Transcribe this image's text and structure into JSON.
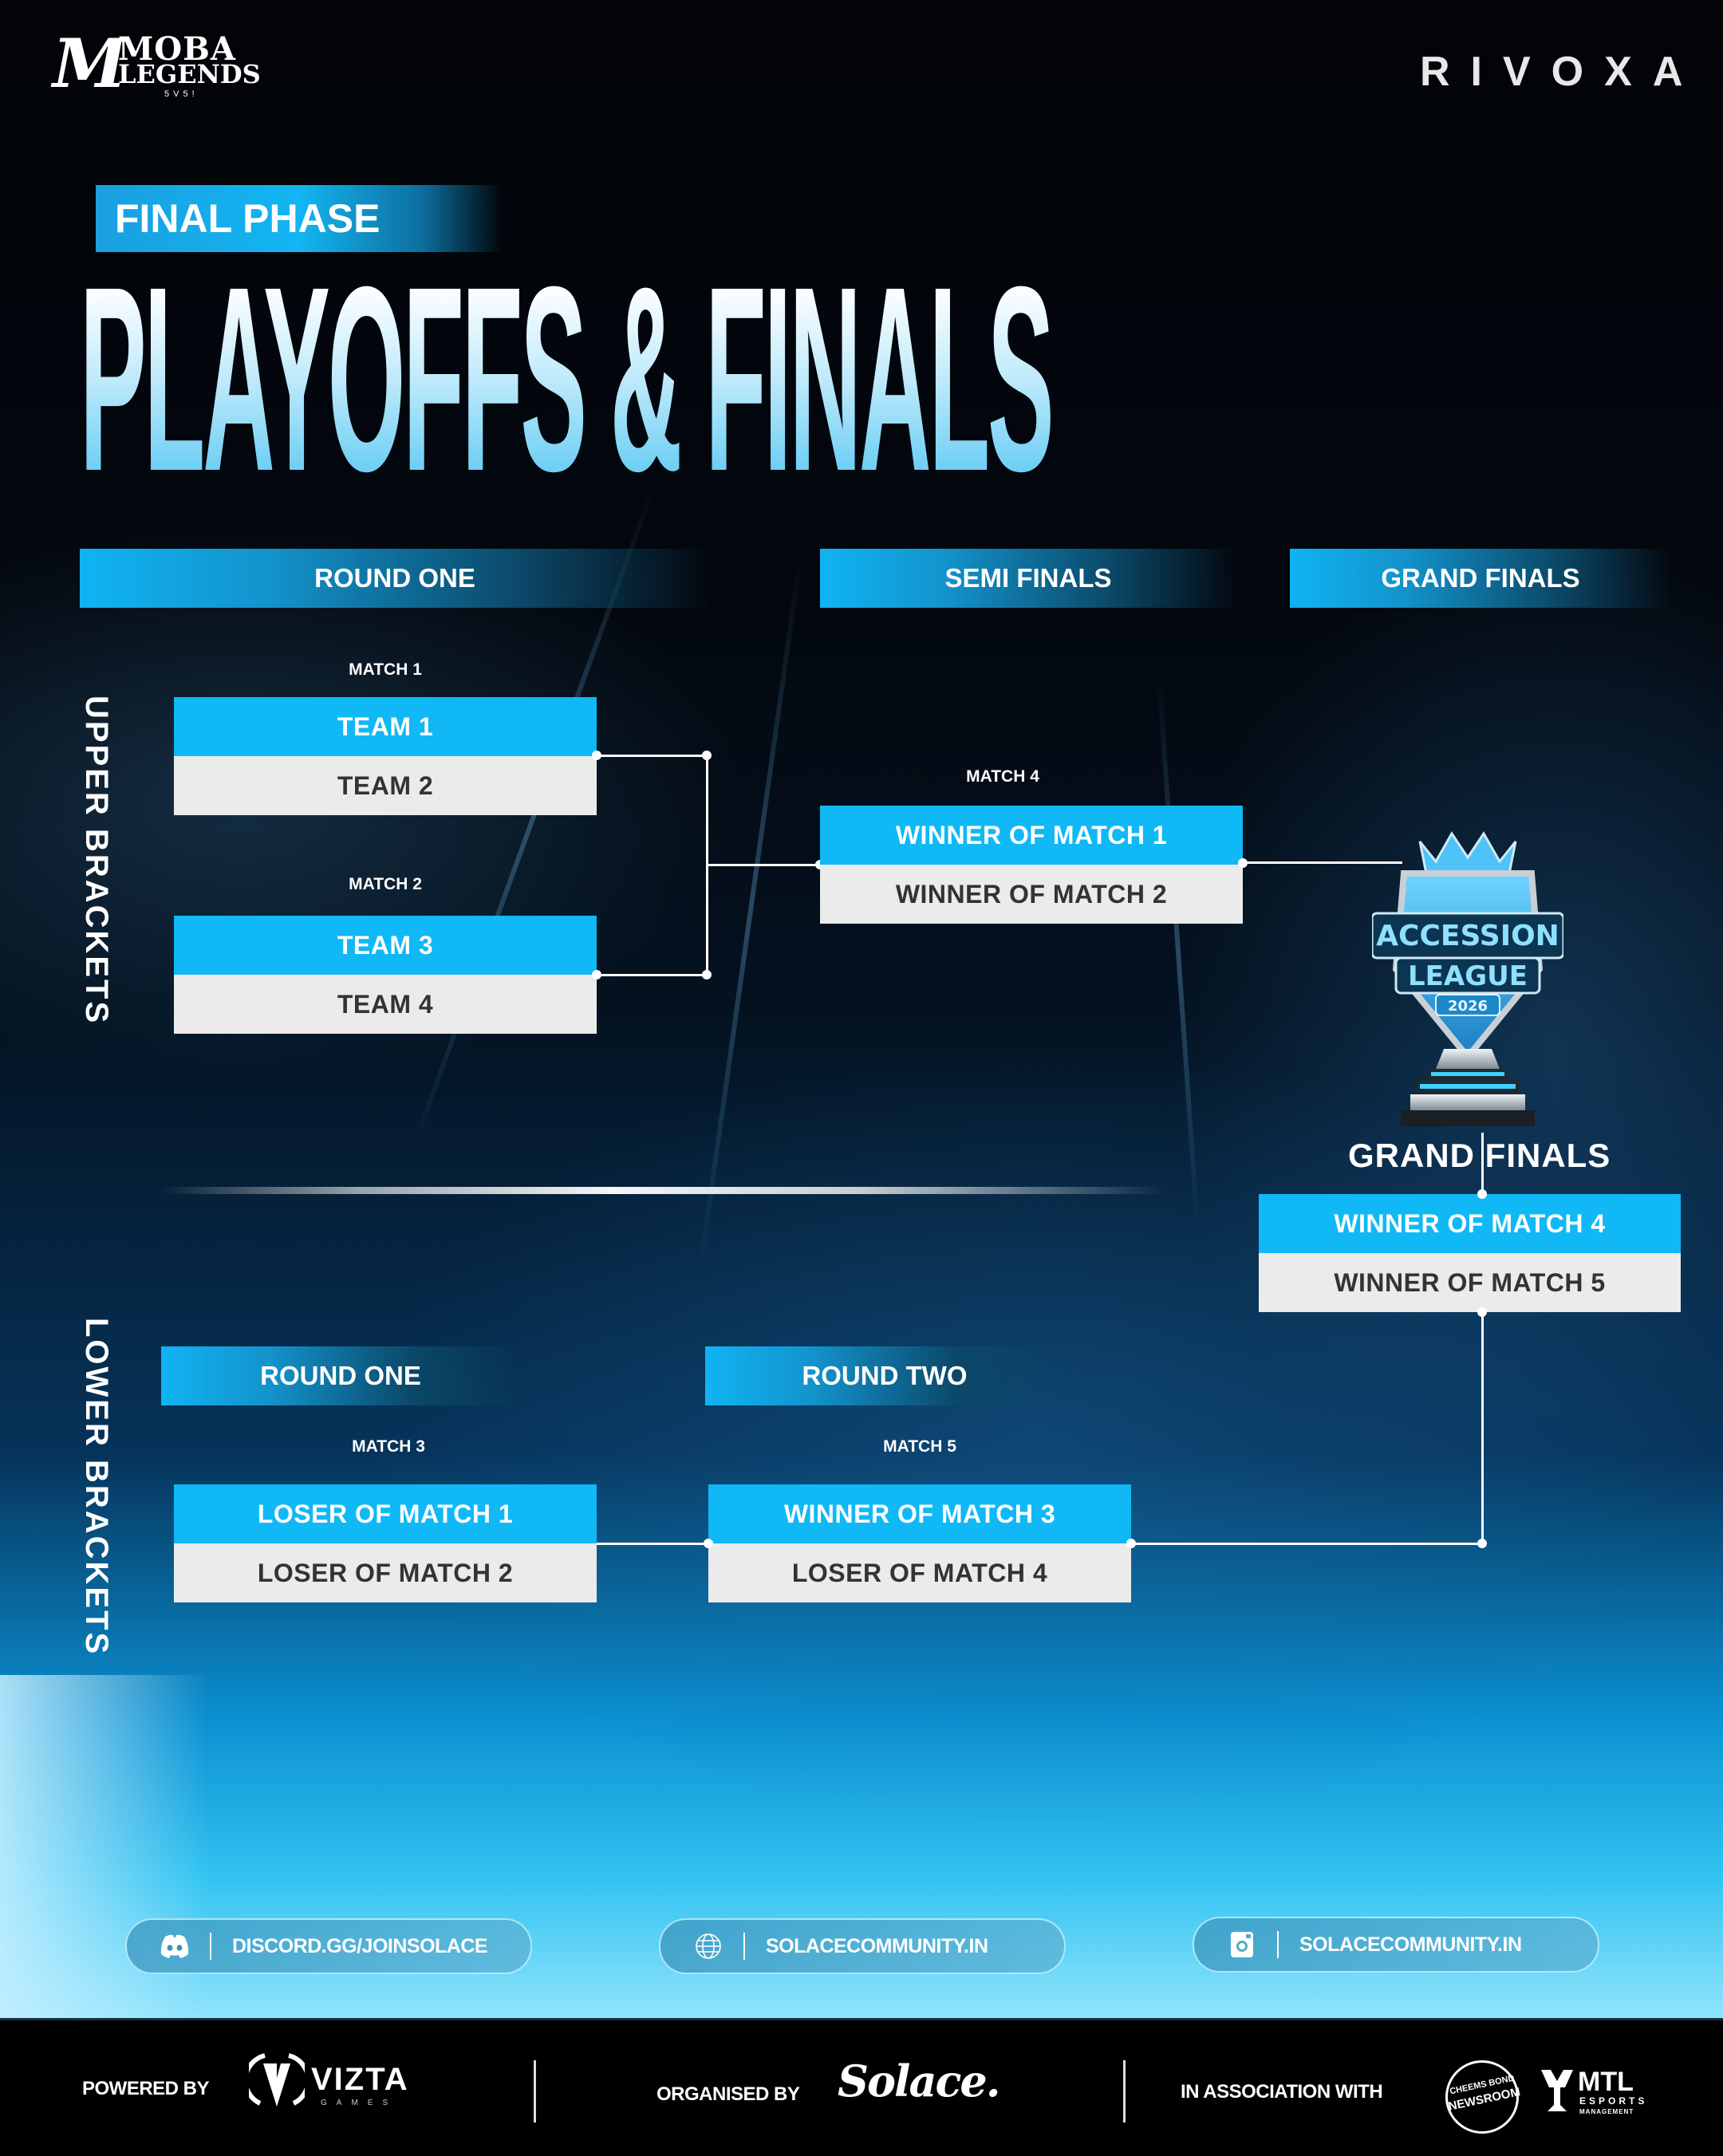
{
  "header": {
    "logo_left": {
      "line1": "MOBA",
      "line2": "LEGENDS",
      "line3": "5V5!",
      "mark": "M"
    },
    "logo_right": "RIVOXA"
  },
  "hero": {
    "phase_label": "FINAL PHASE",
    "title": "PLAYOFFS & FINALS"
  },
  "upper": {
    "side_label": "UPPER BRACKETS",
    "columns": [
      {
        "label": "ROUND ONE"
      },
      {
        "label": "SEMI FINALS"
      },
      {
        "label": "GRAND FINALS"
      }
    ],
    "matches": [
      {
        "label": "MATCH 1",
        "top": "TEAM 1",
        "bottom": "TEAM 2"
      },
      {
        "label": "MATCH 2",
        "top": "TEAM 3",
        "bottom": "TEAM 4"
      },
      {
        "label": "MATCH 4",
        "top": "WINNER OF MATCH 1",
        "bottom": "WINNER OF MATCH 2"
      }
    ]
  },
  "grand_final": {
    "trophy": {
      "line1": "ACCESSION",
      "line2": "LEAGUE",
      "year": "2026"
    },
    "heading": "GRAND FINALS",
    "top": "WINNER OF MATCH 4",
    "bottom": "WINNER OF MATCH 5"
  },
  "lower": {
    "side_label": "LOWER BRACKETS",
    "columns": [
      {
        "label": "ROUND ONE"
      },
      {
        "label": "ROUND TWO"
      }
    ],
    "matches": [
      {
        "label": "MATCH 3",
        "top": "LOSER OF MATCH 1",
        "bottom": "LOSER OF MATCH 2"
      },
      {
        "label": "MATCH 5",
        "top": "WINNER OF MATCH 3",
        "bottom": "LOSER OF MATCH 4"
      }
    ]
  },
  "links": [
    {
      "icon": "discord-icon",
      "text": "DISCORD.GG/JOINSOLACE"
    },
    {
      "icon": "globe-icon",
      "text": "SOLACECOMMUNITY.IN"
    },
    {
      "icon": "instagram-icon",
      "text": "SOLACECOMMUNITY.IN"
    }
  ],
  "footer": {
    "powered_by_label": "POWERED BY",
    "powered_by_brand": "VIZTA",
    "powered_by_sub": "GAMES",
    "organised_by_label": "ORGANISED BY",
    "organised_by_brand": "Solace.",
    "association_label": "IN ASSOCIATION WITH",
    "partner1_line1": "CHEEMS BOND",
    "partner1_line2": "NEWSROOM",
    "partner2_name": "MTL",
    "partner2_sub1": "ESPORTS",
    "partner2_sub2": "MANAGEMENT"
  },
  "colors": {
    "accent": "#10b8f6",
    "slot_light": "#ebebeb",
    "slot_text_dark": "#333333",
    "footer_bg": "#000000"
  }
}
